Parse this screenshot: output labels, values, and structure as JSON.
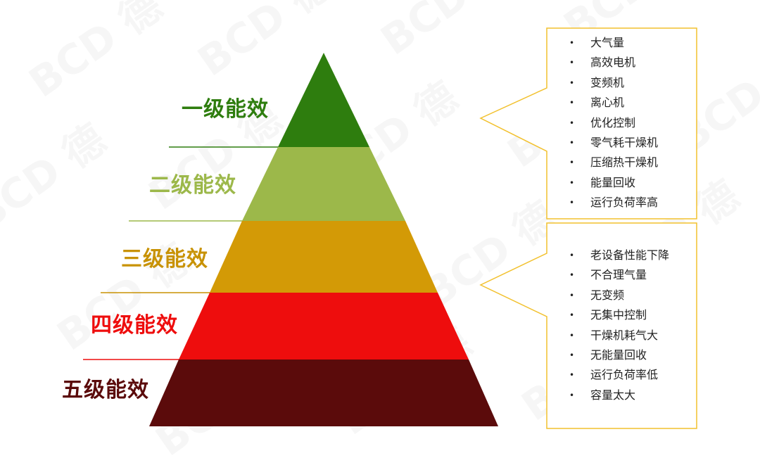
{
  "levels": [
    {
      "label": "一级能效",
      "color": "#2e7d0e"
    },
    {
      "label": "二级能效",
      "color": "#9cb84a"
    },
    {
      "label": "三级能效",
      "color": "#d39a06"
    },
    {
      "label": "四级能效",
      "color": "#ee0d0d"
    },
    {
      "label": "五级能效",
      "color": "#5b0b0b"
    }
  ],
  "label_colors": [
    "#2e7d0e",
    "#9cb84a",
    "#c89204",
    "#ee0d0d",
    "#5b0b0b"
  ],
  "callout_border_color": "#f2c12e",
  "upper_callout": {
    "items": [
      "大气量",
      "高效电机",
      "变频机",
      "离心机",
      "优化控制",
      "零气耗干燥机",
      "压缩热干燥机",
      "能量回收",
      "运行负荷率高"
    ]
  },
  "lower_callout": {
    "items": [
      "老设备性能下降",
      "不合理气量",
      "无变频",
      "无集中控制",
      "干燥机耗气大",
      "无能量回收",
      "运行负荷率低",
      "容量太大"
    ]
  },
  "watermark": "BCD 德"
}
